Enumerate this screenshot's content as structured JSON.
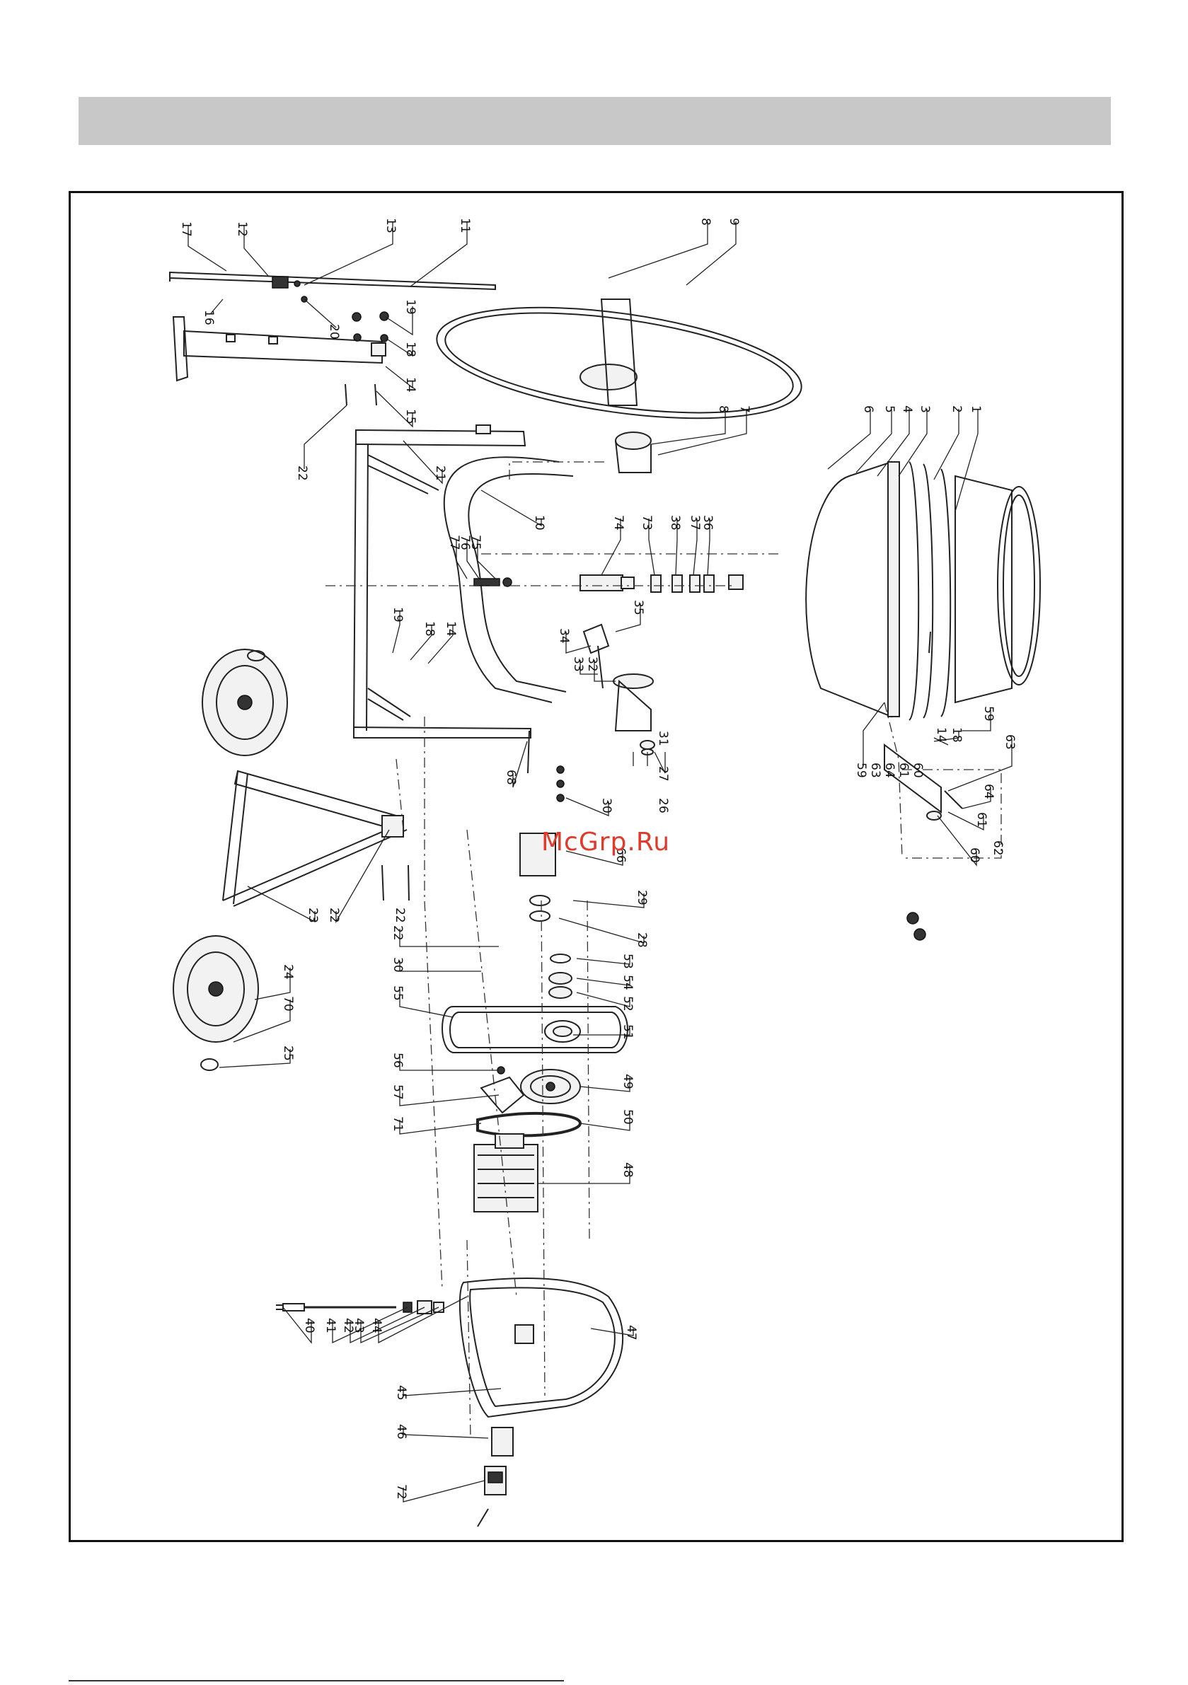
{
  "header": {
    "title": ""
  },
  "watermark": "McGrp.Ru",
  "diagram": {
    "type": "exploded-parts-view",
    "callouts": [
      {
        "id": "c17",
        "label": "17"
      },
      {
        "id": "c12",
        "label": "12"
      },
      {
        "id": "c13",
        "label": "13"
      },
      {
        "id": "c11",
        "label": "11"
      },
      {
        "id": "c8a",
        "label": "8"
      },
      {
        "id": "c9",
        "label": "9"
      },
      {
        "id": "c16",
        "label": "16"
      },
      {
        "id": "c20",
        "label": "20"
      },
      {
        "id": "c19a",
        "label": "19"
      },
      {
        "id": "c18a",
        "label": "18"
      },
      {
        "id": "c14a",
        "label": "14"
      },
      {
        "id": "c15",
        "label": "15"
      },
      {
        "id": "c22a",
        "label": "22"
      },
      {
        "id": "c21",
        "label": "21"
      },
      {
        "id": "c10",
        "label": "10"
      },
      {
        "id": "c8b",
        "label": "8"
      },
      {
        "id": "c7",
        "label": "7"
      },
      {
        "id": "c6",
        "label": "6"
      },
      {
        "id": "c5",
        "label": "5"
      },
      {
        "id": "c4",
        "label": "4"
      },
      {
        "id": "c3",
        "label": "3"
      },
      {
        "id": "c2",
        "label": "2"
      },
      {
        "id": "c1",
        "label": "1"
      },
      {
        "id": "c77",
        "label": "77"
      },
      {
        "id": "c76",
        "label": "76"
      },
      {
        "id": "c75",
        "label": "75"
      },
      {
        "id": "c74",
        "label": "74"
      },
      {
        "id": "c73",
        "label": "73"
      },
      {
        "id": "c38",
        "label": "38"
      },
      {
        "id": "c37",
        "label": "37"
      },
      {
        "id": "c36",
        "label": "36"
      },
      {
        "id": "c19b",
        "label": "19"
      },
      {
        "id": "c18b",
        "label": "18"
      },
      {
        "id": "c14b",
        "label": "14"
      },
      {
        "id": "c34",
        "label": "34"
      },
      {
        "id": "c33",
        "label": "33"
      },
      {
        "id": "c32",
        "label": "32"
      },
      {
        "id": "c35",
        "label": "35"
      },
      {
        "id": "c59a",
        "label": "59"
      },
      {
        "id": "c14c",
        "label": "14"
      },
      {
        "id": "c18c",
        "label": "18"
      },
      {
        "id": "c63a",
        "label": "63"
      },
      {
        "id": "c59b",
        "label": "59"
      },
      {
        "id": "c63b",
        "label": "63"
      },
      {
        "id": "c64a",
        "label": "64"
      },
      {
        "id": "c61a",
        "label": "61"
      },
      {
        "id": "c60a",
        "label": "60"
      },
      {
        "id": "c64b",
        "label": "64"
      },
      {
        "id": "c61b",
        "label": "61"
      },
      {
        "id": "c62",
        "label": "62"
      },
      {
        "id": "c60b",
        "label": "60"
      },
      {
        "id": "c31",
        "label": "31"
      },
      {
        "id": "c27",
        "label": "27"
      },
      {
        "id": "c26",
        "label": "26"
      },
      {
        "id": "c68",
        "label": "68"
      },
      {
        "id": "c30a",
        "label": "30"
      },
      {
        "id": "c66",
        "label": "66"
      },
      {
        "id": "c29",
        "label": "29"
      },
      {
        "id": "c28",
        "label": "28"
      },
      {
        "id": "c22b",
        "label": "22"
      },
      {
        "id": "c23",
        "label": "23"
      },
      {
        "id": "c22c",
        "label": "22"
      },
      {
        "id": "c24",
        "label": "24"
      },
      {
        "id": "c70",
        "label": "70"
      },
      {
        "id": "c25",
        "label": "25"
      },
      {
        "id": "c22d",
        "label": "22"
      },
      {
        "id": "c30b",
        "label": "30"
      },
      {
        "id": "c55",
        "label": "55"
      },
      {
        "id": "c53",
        "label": "53"
      },
      {
        "id": "c54",
        "label": "54"
      },
      {
        "id": "c52",
        "label": "52"
      },
      {
        "id": "c51",
        "label": "51"
      },
      {
        "id": "c56",
        "label": "56"
      },
      {
        "id": "c49",
        "label": "49"
      },
      {
        "id": "c57",
        "label": "57"
      },
      {
        "id": "c50",
        "label": "50"
      },
      {
        "id": "c71",
        "label": "71"
      },
      {
        "id": "c48",
        "label": "48"
      },
      {
        "id": "c40",
        "label": "40"
      },
      {
        "id": "c41",
        "label": "41"
      },
      {
        "id": "c42",
        "label": "42"
      },
      {
        "id": "c43",
        "label": "43"
      },
      {
        "id": "c44",
        "label": "44"
      },
      {
        "id": "c47",
        "label": "47"
      },
      {
        "id": "c45",
        "label": "45"
      },
      {
        "id": "c46",
        "label": "46"
      },
      {
        "id": "c72",
        "label": "72"
      }
    ]
  },
  "colors": {
    "header_bar": "#c8c8c8",
    "line": "#222222",
    "watermark": "#e03a2a"
  }
}
